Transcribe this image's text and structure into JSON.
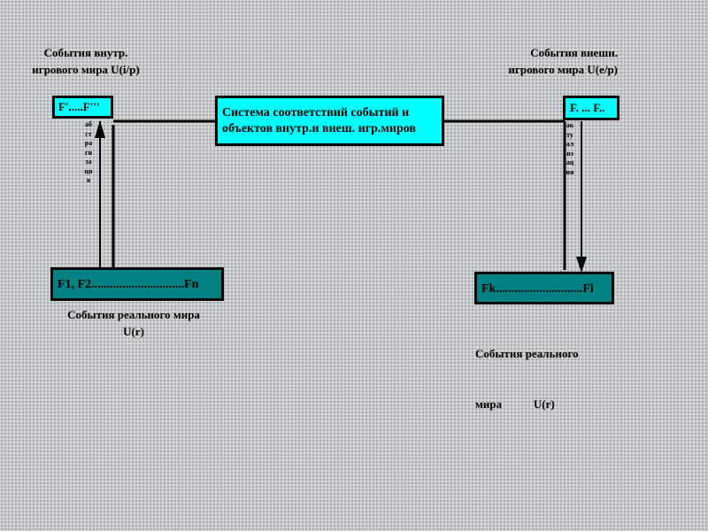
{
  "captions": {
    "inner_events": [
      "События внутр.",
      "игрового мира U(i/p)"
    ],
    "outer_events": [
      "События внешн.",
      "игрового мира U(e/p)"
    ],
    "real_events_left": [
      "События реального мира",
      "U(r)"
    ],
    "real_events_right": [
      "События реального",
      "мира           U(r)"
    ]
  },
  "boxes": {
    "inner_f": "F'.....F'''",
    "outer_f": "F. ...  F..",
    "system": [
      "Система соответствий событий и",
      "объектов внутр.и внеш. игр.миров"
    ],
    "real_left": "F1, F2..............................Fn",
    "real_right": "Fk............................Fi"
  },
  "arrows": {
    "left_label": "абстрагизация",
    "right_label": "актуализация"
  },
  "colors": {
    "background": "#c7cccc",
    "cyan": "#00ffff",
    "teal": "#008080"
  }
}
